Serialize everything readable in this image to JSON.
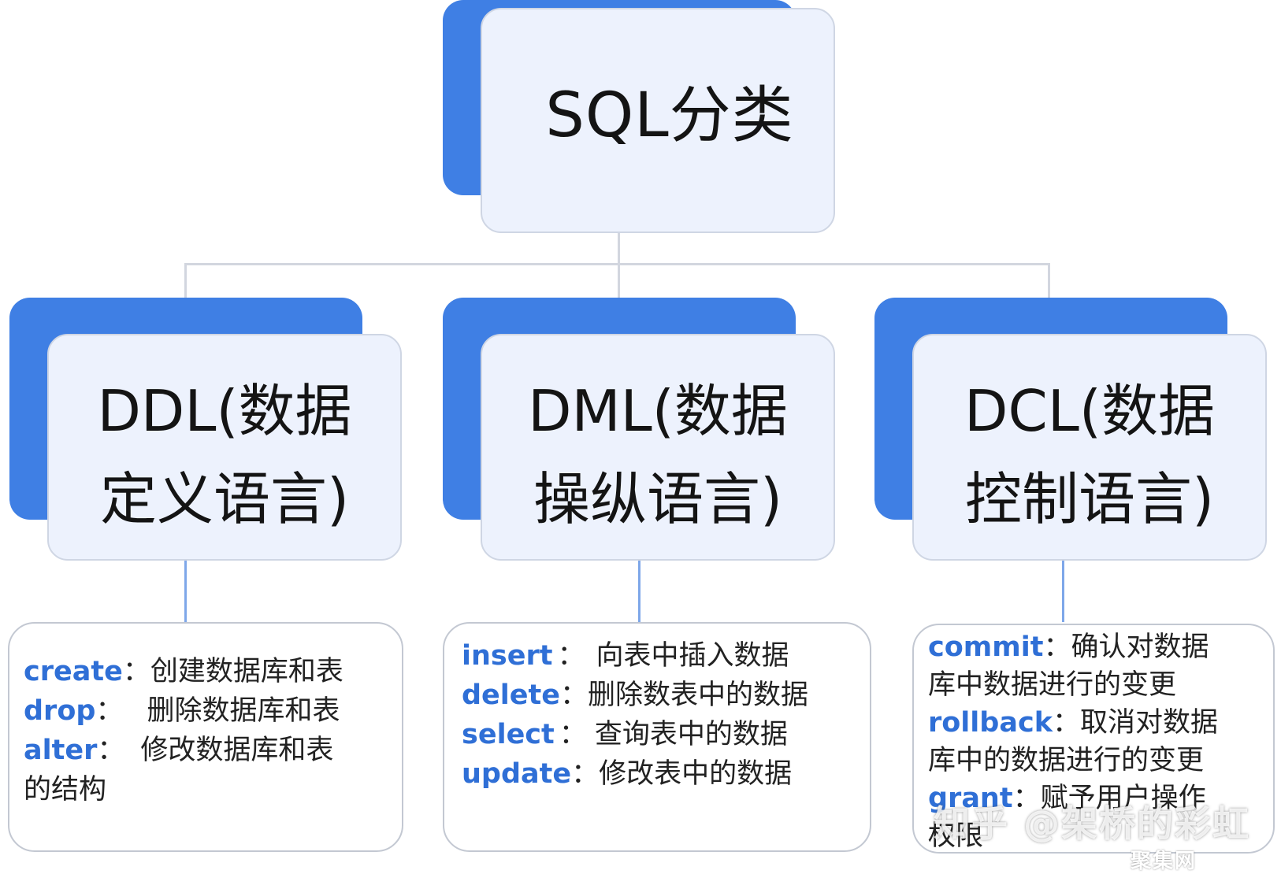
{
  "root": {
    "title": "SQL分类"
  },
  "categories": [
    {
      "title": "DDL(数据\n定义语言)"
    },
    {
      "title": "DML(数据\n操纵语言)"
    },
    {
      "title": "DCL(数据\n控制语言)"
    }
  ],
  "ddl_commands": [
    {
      "keyword": "create",
      "sep": "：",
      "desc": "创建数据库和表"
    },
    {
      "keyword": "drop",
      "sep": "：",
      "desc": "删除数据库和表"
    },
    {
      "keyword": "alter",
      "sep": "：",
      "desc": "修改数据库和表"
    }
  ],
  "ddl_continuation": "的结构",
  "dml_commands": [
    {
      "keyword": "insert",
      "sep": "：",
      "desc": "向表中插入数据"
    },
    {
      "keyword": "delete",
      "sep": "：",
      "desc": "删除数表中的数据"
    },
    {
      "keyword": "select",
      "sep": "：",
      "desc": "查询表中的数据"
    },
    {
      "keyword": "update",
      "sep": "：",
      "desc": "修改表中的数据"
    }
  ],
  "dcl_commands": [
    {
      "keyword": "commit",
      "sep": "：",
      "desc": "确认对数据",
      "cont": "库中数据进行的变更"
    },
    {
      "keyword": "rollback",
      "sep": "：",
      "desc": "取消对数据",
      "cont": "库中的数据进行的变更"
    },
    {
      "keyword": "grant",
      "sep": "：",
      "desc": "赋予用户操作",
      "cont": "权限"
    }
  ],
  "watermark": {
    "text": "知乎 @架桥的彩虹",
    "site": "聚集网"
  },
  "colors": {
    "accent": "#3f7fe4",
    "keyword": "#2f6fd6",
    "box_fill": "#edf2fd"
  }
}
